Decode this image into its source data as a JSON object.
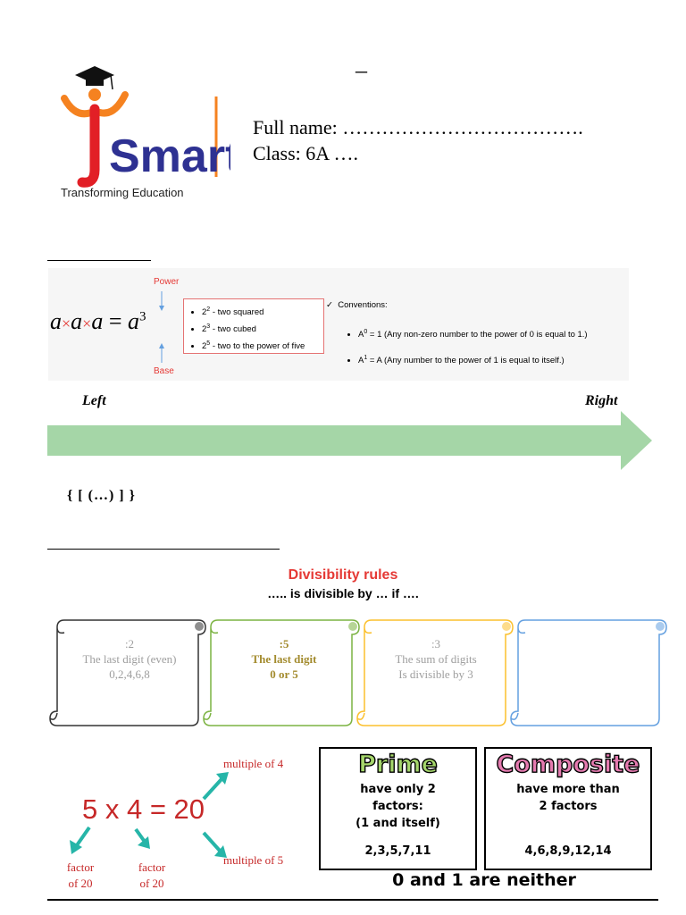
{
  "header": {
    "dash": "–",
    "full_name": "Full name: ……………………………….",
    "class_line": "Class: 6A …."
  },
  "logo": {
    "wordmark": "Smart",
    "tagline": "Transforming Education"
  },
  "exponents": {
    "power_label": "Power",
    "base_label": "Base",
    "formula_base": "a",
    "formula_times": "×",
    "formula_equals": "=",
    "formula_exponent": "3",
    "examples": [
      {
        "base": "2",
        "exp": "2",
        "text": " - two squared"
      },
      {
        "base": "2",
        "exp": "3",
        "text": " - two cubed"
      },
      {
        "base": "2",
        "exp": "5",
        "text": " - two to the power of five"
      }
    ],
    "conventions_title": "Conventions:",
    "conventions": [
      {
        "base": "A",
        "exp": "0",
        "text": " = 1 (Any non-zero number to the power of 0 is equal to 1.)"
      },
      {
        "base": "A",
        "exp": "1",
        "text": " = A (Any number to the power of 1 is equal to itself.)"
      }
    ]
  },
  "order": {
    "left_label": "Left",
    "right_label": "Right",
    "brackets": "{ [ (…) ] }"
  },
  "divisibility": {
    "title": "Divisibility rules",
    "subtitle": "….. is divisible by … if ….",
    "scrolls": [
      {
        "divisor": ":2",
        "line1": "The last digit (even)",
        "line2": "0,2,4,6,8",
        "color": "#333333",
        "text_color": "#9e9e9e"
      },
      {
        "divisor": ":5",
        "line1": "The last digit",
        "line2": "0 or 5",
        "color": "#7cb342",
        "text_color": "#a38b2e"
      },
      {
        "divisor": ":3",
        "line1": "The sum of digits",
        "line2": "Is divisible by 3",
        "color": "#fbc02d",
        "text_color": "#9e9e9e"
      },
      {
        "divisor": "",
        "line1": "",
        "line2": "",
        "color": "#64a0e0",
        "text_color": "#9e9e9e"
      }
    ]
  },
  "factors": {
    "equation": "5 x 4 = 20",
    "multiple_of_4": "multiple of 4",
    "multiple_of_5": "multiple of 5",
    "factor_label_1": "factor",
    "factor_label_1b": "of 20",
    "factor_label_2": "factor",
    "factor_label_2b": "of 20"
  },
  "prime": {
    "heading": "Prime",
    "line1": "have only 2",
    "line2": "factors:",
    "line3": "(1 and itself)",
    "examples": "2,3,5,7,11"
  },
  "composite": {
    "heading": "Composite",
    "line1": "have more than",
    "line2": "2 factors",
    "examples": "4,6,8,9,12,14"
  },
  "neither": "0 and 1 are neither",
  "colors": {
    "red": "#e53935",
    "arrow_green": "#a5d6a7",
    "teal": "#26b5a8",
    "prime_green": "#a5d66b",
    "composite_pink": "#e57bb0"
  }
}
